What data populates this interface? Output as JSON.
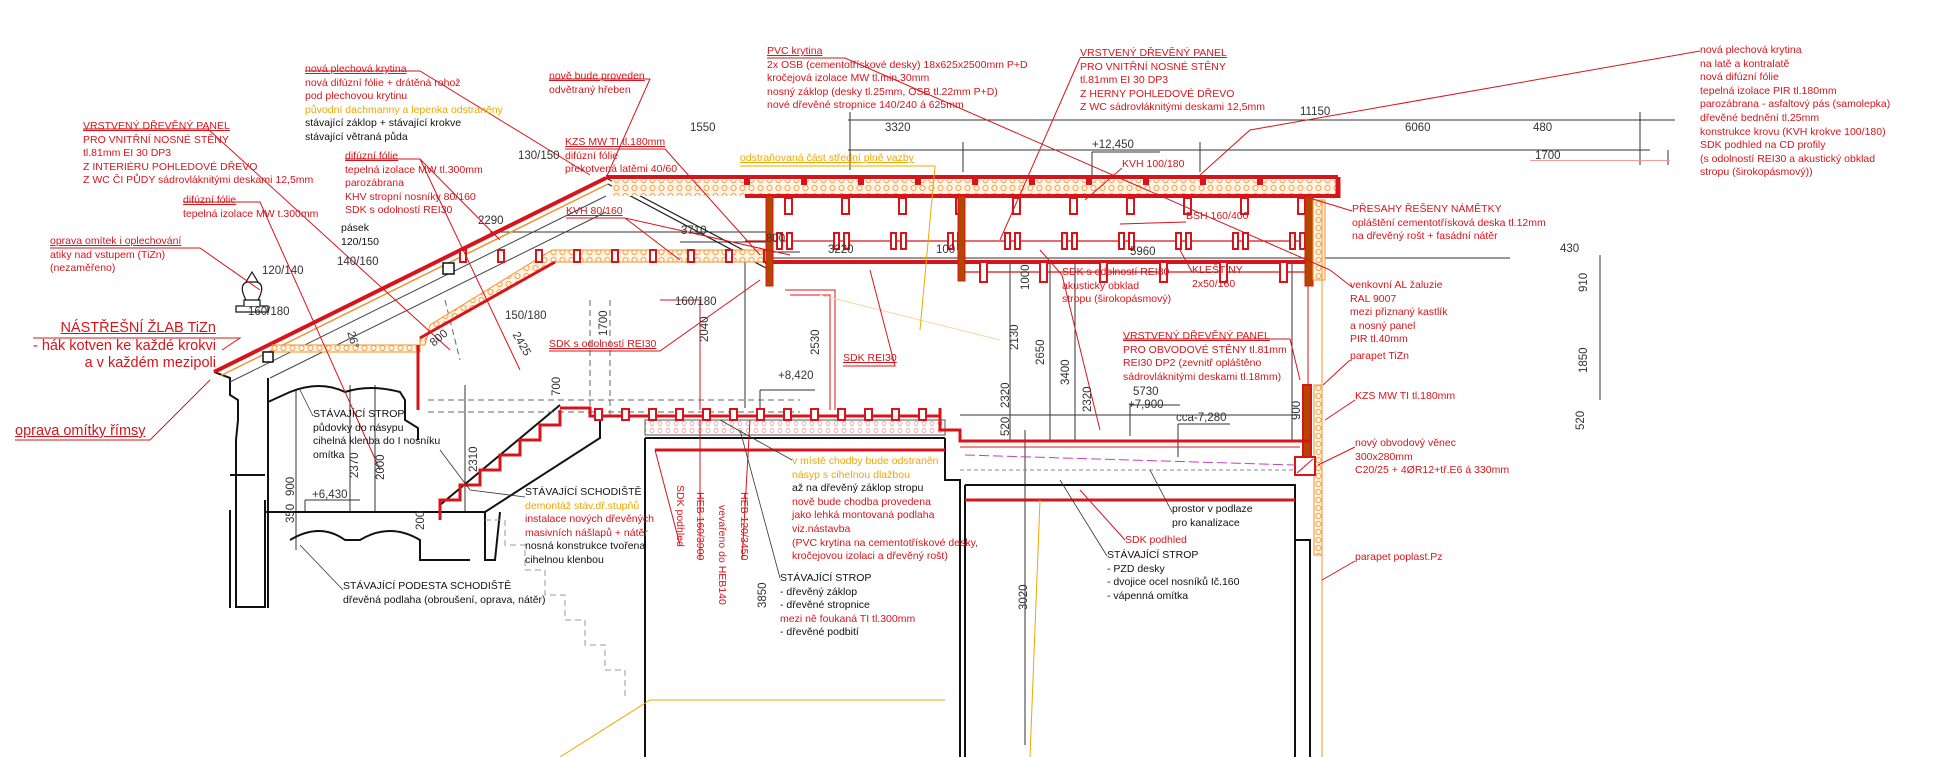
{
  "colors": {
    "red": "#d8141b",
    "orange": "#f2a700",
    "insulation": "#f7a64a",
    "post": "#b34700",
    "black": "#111111"
  },
  "notes": {
    "panel_inner_left": {
      "lines": [
        {
          "text": "VRSTVENÝ DŘEVĚNÝ PANEL",
          "tone": "red",
          "ul": true
        },
        {
          "text": "PRO VNITŘNÍ NOSNÉ STĚNY",
          "tone": "red"
        },
        {
          "text": "tl.81mm EI 30 DP3",
          "tone": "red"
        },
        {
          "text": "Z INTERIÉRU POHLEDOVÉ DŘEVO",
          "tone": "red"
        },
        {
          "text": "Z WC ČI PŮDY sádrovláknitými deskami 12,5mm",
          "tone": "red"
        }
      ]
    },
    "roof_metal_left": {
      "lines": [
        {
          "text": "nová plechová krytina",
          "tone": "red",
          "ul": true
        },
        {
          "text": "nová difúzní fólie + drátěná rohož",
          "tone": "red"
        },
        {
          "text": "pod plechovou krytinu",
          "tone": "red"
        },
        {
          "text": "původní dachmanny a lepenka odstraněny",
          "tone": "orange"
        },
        {
          "text": "stávající záklop + stávající krokve",
          "tone": "black"
        },
        {
          "text": "stávající větraná půda",
          "tone": "black"
        }
      ]
    },
    "ridge": {
      "lines": [
        {
          "text": "nově bude proveden",
          "tone": "red",
          "ul": true
        },
        {
          "text": "odvětraný hřeben",
          "tone": "red"
        }
      ]
    },
    "diffusion_ceiling": {
      "lines": [
        {
          "text": "difúzní fólie",
          "tone": "red",
          "ul": true
        },
        {
          "text": "tepelná izolace MW tl.300mm",
          "tone": "red"
        },
        {
          "text": "parozábrana",
          "tone": "red"
        },
        {
          "text": "KHV stropní nosníky 80/160",
          "tone": "red"
        },
        {
          "text": "SDK s odolností REI30",
          "tone": "red"
        }
      ]
    },
    "diffusion_left": {
      "lines": [
        {
          "text": "difúzní fólie",
          "tone": "red",
          "ul": true
        },
        {
          "text": "tepelná izolace MW t.300mm",
          "tone": "red"
        }
      ]
    },
    "pasek": {
      "lines": [
        {
          "text": "pásek",
          "tone": "black"
        },
        {
          "text": "120/150",
          "tone": "black"
        }
      ]
    },
    "attic_repair": {
      "lines": [
        {
          "text": "oprava omítek i oplechování",
          "tone": "red",
          "ul": true
        },
        {
          "text": "atiky nad vstupem (TiZn)",
          "tone": "red"
        },
        {
          "text": "(nezaměřeno)",
          "tone": "red"
        }
      ]
    },
    "gutter": {
      "lines": [
        {
          "text": "NÁSTŘEŠNÍ ŽLAB TiZn",
          "tone": "red",
          "ul": true
        },
        {
          "text": "- hák kotven ke každé krokvi",
          "tone": "red"
        },
        {
          "text": "a v každém mezipoli",
          "tone": "red"
        }
      ]
    },
    "cornice": {
      "lines": [
        {
          "text": "oprava omítky římsy",
          "tone": "red",
          "ul": true
        }
      ]
    },
    "kzs_top": {
      "lines": [
        {
          "text": "KZS MW TI tl.180mm",
          "tone": "red",
          "ul": true
        },
        {
          "text": "difúzní fólie",
          "tone": "red"
        },
        {
          "text": "překotvená latěmi 40/60",
          "tone": "red"
        }
      ]
    },
    "pvc_roof": {
      "lines": [
        {
          "text": "PVC krytina",
          "tone": "red",
          "ul": true
        },
        {
          "text": "2x OSB (cementotřískové desky) 18x625x2500mm P+D",
          "tone": "red"
        },
        {
          "text": "kročejová izolace MW tl.min.30mm",
          "tone": "red"
        },
        {
          "text": "nosný záklop (desky tl.25mm, OSB tl.22mm P+D)",
          "tone": "red"
        },
        {
          "text": "nové dřevěné stropnice 140/240 á 625mm",
          "tone": "red"
        }
      ]
    },
    "removed_truss": {
      "lines": [
        {
          "text": "odstraňovaná část střední plně vazby",
          "tone": "orange",
          "ul": true
        }
      ]
    },
    "panel_inner_right": {
      "lines": [
        {
          "text": "VRSTVENÝ DŘEVĚNÝ PANEL",
          "tone": "red",
          "ul": true
        },
        {
          "text": "PRO VNITŘNÍ NOSNÉ STĚNY",
          "tone": "red"
        },
        {
          "text": "tl.81mm EI 30 DP3",
          "tone": "red"
        },
        {
          "text": "Z HERNY POHLEDOVÉ DŘEVO",
          "tone": "red"
        },
        {
          "text": "Z WC sádrovláknitými deskami 12,5mm",
          "tone": "red"
        }
      ]
    },
    "roof_metal_right": {
      "lines": [
        {
          "text": "nová plechová krytina",
          "tone": "red"
        },
        {
          "text": "na latě a kontralatě",
          "tone": "red"
        },
        {
          "text": "nová difúzní fólie",
          "tone": "red"
        },
        {
          "text": "tepelná izolace PIR tl.180mm",
          "tone": "red"
        },
        {
          "text": "parozábrana - asfaltový pás (samolepka)",
          "tone": "red"
        },
        {
          "text": "dřevěné bednění tl.25mm",
          "tone": "red"
        },
        {
          "text": "konstrukce krovu (KVH krokve 100/180)",
          "tone": "red"
        },
        {
          "text": "SDK podhled na CD profily",
          "tone": "red"
        },
        {
          "text": "(s odolností REI30 a akustický obklad",
          "tone": "red"
        },
        {
          "text": "stropu (širokopásmový))",
          "tone": "red"
        }
      ]
    },
    "kvh_100": {
      "lines": [
        {
          "text": "KVH 100/180",
          "tone": "red"
        }
      ]
    },
    "kvh_80": {
      "lines": [
        {
          "text": "KVH 80/160",
          "tone": "red",
          "ul": true
        }
      ]
    },
    "bsh": {
      "lines": [
        {
          "text": "BSH 160/400",
          "tone": "red"
        }
      ]
    },
    "overhang": {
      "lines": [
        {
          "text": "PŘESAHY ŘEŠENY NÁMĚTKY",
          "tone": "red"
        },
        {
          "text": "opláštění cementotřísková deska tl.12mm",
          "tone": "red"
        },
        {
          "text": "na dřevěný rošt + fasádní nátěr",
          "tone": "red"
        }
      ]
    },
    "sdk_acoustic": {
      "lines": [
        {
          "text": "SDK s odolností REI30",
          "tone": "red"
        },
        {
          "text": "akustický obklad",
          "tone": "red"
        },
        {
          "text": "stropu (širokopásmový)",
          "tone": "red"
        }
      ]
    },
    "klestiny": {
      "lines": [
        {
          "text": "KLEŠTINY",
          "tone": "red"
        },
        {
          "text": "2x50/160",
          "tone": "red"
        }
      ]
    },
    "blinds": {
      "lines": [
        {
          "text": "venkovní AL žaluzie",
          "tone": "red"
        },
        {
          "text": "RAL 9007",
          "tone": "red"
        },
        {
          "text": "mezi přiznaný kastlík",
          "tone": "red"
        },
        {
          "text": "a nosný panel",
          "tone": "red"
        },
        {
          "text": "PIR tl.40mm",
          "tone": "red"
        }
      ]
    },
    "panel_outer": {
      "lines": [
        {
          "text": "VRSTVENÝ DŘEVĚNÝ PANEL",
          "tone": "red",
          "ul": true
        },
        {
          "text": "PRO OBVODOVÉ STĚNY tl.81mm",
          "tone": "red"
        },
        {
          "text": "REI30 DP2 (zevnitř opláštěno",
          "tone": "red"
        },
        {
          "text": "sádrovláknitými deskami tl.18mm)",
          "tone": "red"
        }
      ]
    },
    "parapet_tizn": {
      "lines": [
        {
          "text": "parapet TiZn",
          "tone": "red"
        }
      ]
    },
    "kzs_right": {
      "lines": [
        {
          "text": "KZS MW TI tl.180mm",
          "tone": "red"
        }
      ]
    },
    "ring_beam": {
      "lines": [
        {
          "text": "nový obvodový věnec",
          "tone": "red"
        },
        {
          "text": "300x280mm",
          "tone": "red"
        },
        {
          "text": "C20/25 + 4ØR12+tř.E6 á 330mm",
          "tone": "red"
        }
      ]
    },
    "parapet_plast": {
      "lines": [
        {
          "text": "parapet poplast.Pz",
          "tone": "red"
        }
      ]
    },
    "sdk_rei30_a": {
      "lines": [
        {
          "text": "SDK s odolností REI30",
          "tone": "red",
          "ul": true
        }
      ]
    },
    "sdk_rei30_b": {
      "lines": [
        {
          "text": "SDK REI30",
          "tone": "red",
          "ul": true
        }
      ]
    },
    "existing_ceiling_left": {
      "lines": [
        {
          "text": "STÁVAJÍCÍ STROP",
          "tone": "black"
        },
        {
          "text": "půdovky do násypu",
          "tone": "black"
        },
        {
          "text": "cihelná klenba do I nosníku",
          "tone": "black"
        },
        {
          "text": "omítka",
          "tone": "black"
        }
      ]
    },
    "existing_stairs": {
      "lines": [
        {
          "text": "STÁVAJÍCÍ SCHODIŠTĚ",
          "tone": "black"
        },
        {
          "text": "demontáž stáv.dř.stupňů",
          "tone": "orange"
        },
        {
          "text": "instalace nových dřevěných",
          "tone": "red"
        },
        {
          "text": "masivních nášlapů + nátěr",
          "tone": "red"
        },
        {
          "text": "nosná konstrukce tvořena",
          "tone": "black"
        },
        {
          "text": "cihelnou klenbou",
          "tone": "black"
        }
      ]
    },
    "corridor": {
      "lines": [
        {
          "text": "v místě chodby bude odstraněn",
          "tone": "orange"
        },
        {
          "text": "násyp s cihelnou dlažbou",
          "tone": "orange"
        },
        {
          "text": "až na dřevěný záklop stropu",
          "tone": "black"
        },
        {
          "text": "nově bude chodba provedena",
          "tone": "red"
        },
        {
          "text": "jako lehká montovaná podlaha",
          "tone": "red"
        },
        {
          "text": "viz.nástavba",
          "tone": "red"
        },
        {
          "text": "(PVC krytina na cementotřískové desky,",
          "tone": "red"
        },
        {
          "text": "kročejovou izolaci a dřevěný rošt)",
          "tone": "red"
        }
      ]
    },
    "existing_ceiling_mid": {
      "lines": [
        {
          "text": "STÁVAJÍCÍ STROP",
          "tone": "black"
        },
        {
          "text": "- dřevěný záklop",
          "tone": "black"
        },
        {
          "text": "- dřevěné stropnice",
          "tone": "black"
        },
        {
          "text": "mezi ně foukaná TI tl.300mm",
          "tone": "red"
        },
        {
          "text": "- dřevěné podbití",
          "tone": "black"
        }
      ]
    },
    "sewer_space": {
      "lines": [
        {
          "text": "prostor v podlaze",
          "tone": "black"
        },
        {
          "text": "pro kanalizace",
          "tone": "black"
        }
      ]
    },
    "sdk_soffit_right": {
      "lines": [
        {
          "text": "SDK podhled",
          "tone": "red"
        }
      ]
    },
    "existing_ceiling_right": {
      "lines": [
        {
          "text": "STÁVAJÍCÍ STROP",
          "tone": "black"
        },
        {
          "text": "- PZD desky",
          "tone": "black"
        },
        {
          "text": "- dvojice ocel nosníků Ič.160",
          "tone": "black"
        },
        {
          "text": "- vápenná omítka",
          "tone": "black"
        }
      ]
    },
    "landing": {
      "lines": [
        {
          "text": "STÁVAJÍCÍ PODESTA SCHODIŠTĚ",
          "tone": "black"
        },
        {
          "text": "dřevěná podlaha (obroušení, oprava, nátěr)",
          "tone": "black"
        }
      ]
    }
  },
  "vertical_labels": {
    "sdk_soffit": "SDK podhled",
    "heb160": "HEB 160/3900",
    "heb120": "HEB 120/3450",
    "heb140": "vevařeno do HEB140"
  },
  "dimensions": {
    "d11150": "11150",
    "d1550": "1550",
    "d3320": "3320",
    "d6060": "6060",
    "d480": "480",
    "d2290": "2290",
    "d3710": "3710",
    "d800a": "800",
    "d3220": "3220",
    "d100": "100",
    "d1000": "1000",
    "d5960": "5960",
    "d430": "430",
    "d910": "910",
    "d1700": "1700",
    "d1850": "1850",
    "d5730": "5730",
    "d2130": "2130",
    "d2650": "2650",
    "d2320a": "2320",
    "d3400": "3400",
    "d2320b": "2320",
    "d520a": "520",
    "d900a": "900",
    "d520b": "520",
    "d2370": "2370",
    "d2000": "2000",
    "d2310": "2310",
    "d900b": "900",
    "d350": "350",
    "d200": "200",
    "d700": "700",
    "d1700b": "1700",
    "d2040": "2040",
    "d2530": "2530",
    "d3850": "3850",
    "d3020": "3020",
    "d2425": "2425",
    "d800b": "800",
    "d26": "26°",
    "s130": "130/150",
    "s140": "140/160",
    "s120": "120/140",
    "s160a": "160/180",
    "s150": "150/180",
    "s160b": "160/180"
  },
  "levels": {
    "l12450": "+12,450",
    "l8420": "+8,420",
    "l7900": "+7,900",
    "l7280": "cca-7,280",
    "l6430": "+6,430"
  }
}
